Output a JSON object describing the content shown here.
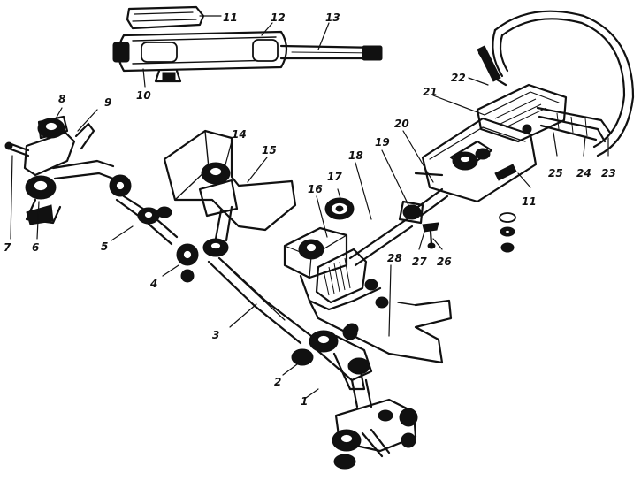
{
  "labels": {
    "l1": "1",
    "l2": "2",
    "l3": "3",
    "l4": "4",
    "l5": "5",
    "l6": "6",
    "l7": "7",
    "l8": "8",
    "l9": "9",
    "l10": "10",
    "l11a": "11",
    "l11b": "11",
    "l12": "12",
    "l13": "13",
    "l14": "14",
    "l15": "15",
    "l16": "16",
    "l17": "17",
    "l18": "18",
    "l19": "19",
    "l20": "20",
    "l21": "21",
    "l22": "22",
    "l23": "23",
    "l24": "24",
    "l25": "25",
    "l26": "26",
    "l27": "27",
    "l28": "28"
  }
}
